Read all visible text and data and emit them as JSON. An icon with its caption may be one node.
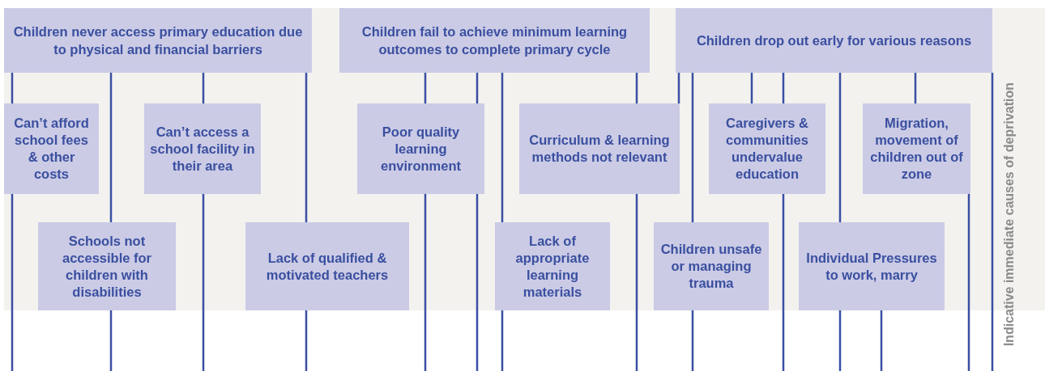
{
  "diagram": {
    "nodes": [
      {
        "text": [
          "Children never access primary education due to physical and financial barriers"
        ]
      },
      {
        "text": [
          "Can’t afford school fees & other costs"
        ]
      },
      {
        "text": [
          "Schools not accessible for children with disabilities"
        ]
      },
      {
        "text": [
          "Can’t access a school facility in their area"
        ]
      },
      {
        "text": [
          "Lack of qualified & motivated teachers"
        ]
      },
      {
        "text": [
          "Children fail to achieve minimum learning outcomes to complete primary cycle"
        ]
      },
      {
        "text": [
          "Poor quality learning environment"
        ]
      },
      {
        "text": [
          "Curriculum & learning methods not relevant"
        ]
      },
      {
        "text": [
          "Lack of appropriate learning materials"
        ]
      },
      {
        "text": [
          "Children drop out early for various reasons"
        ]
      },
      {
        "text": [
          "Caregivers & communities undervalue education"
        ]
      },
      {
        "text": [
          "Migration, movement of children out of zone"
        ]
      },
      {
        "text": [
          "Children unsafe or managing trauma"
        ]
      },
      {
        "text": [
          "Individual Pressures to work, marry"
        ]
      }
    ],
    "edges": [
      {
        "from": 0,
        "to": 1,
        "arrow": "none"
      },
      {
        "from": 1,
        "to": null,
        "arrow": "none"
      },
      {
        "from": 0,
        "to": 2,
        "arrow": "none"
      },
      {
        "from": 2,
        "to": null,
        "arrow": "none"
      },
      {
        "from": 0,
        "to": 3,
        "arrow": "none"
      },
      {
        "from": 3,
        "to": null,
        "arrow": "none"
      },
      {
        "from": 0,
        "to": 4,
        "arrow": "none"
      },
      {
        "from": 4,
        "to": null,
        "arrow": "none"
      },
      {
        "from": 5,
        "to": 6,
        "arrow": "none"
      },
      {
        "from": 6,
        "to": null,
        "arrow": "none"
      },
      {
        "from": 5,
        "to": 6,
        "arrow": "none"
      },
      {
        "from": 6,
        "to": null,
        "arrow": "none"
      },
      {
        "from": 5,
        "to": 8,
        "arrow": "none"
      },
      {
        "from": 8,
        "to": null,
        "arrow": "none"
      },
      {
        "from": 5,
        "to": 7,
        "arrow": "none"
      },
      {
        "from": 7,
        "to": null,
        "arrow": "none"
      },
      {
        "from": 9,
        "to": 7,
        "arrow": "none"
      },
      {
        "from": 9,
        "to": 12,
        "arrow": "none"
      },
      {
        "from": 12,
        "to": null,
        "arrow": "none"
      },
      {
        "from": 9,
        "to": 10,
        "arrow": "none"
      },
      {
        "from": 9,
        "to": 10,
        "arrow": "none"
      },
      {
        "from": 10,
        "to": null,
        "arrow": "none"
      },
      {
        "from": 9,
        "to": 13,
        "arrow": "none"
      },
      {
        "from": 13,
        "to": null,
        "arrow": "none"
      },
      {
        "from": 13,
        "to": null,
        "arrow": "none"
      },
      {
        "from": 9,
        "to": 11,
        "arrow": "none"
      },
      {
        "from": 11,
        "to": null,
        "arrow": "none"
      },
      {
        "from": 9,
        "to": null,
        "arrow": "none"
      }
    ],
    "labels": [
      "Indicative immediate causes of deprivation"
    ]
  }
}
